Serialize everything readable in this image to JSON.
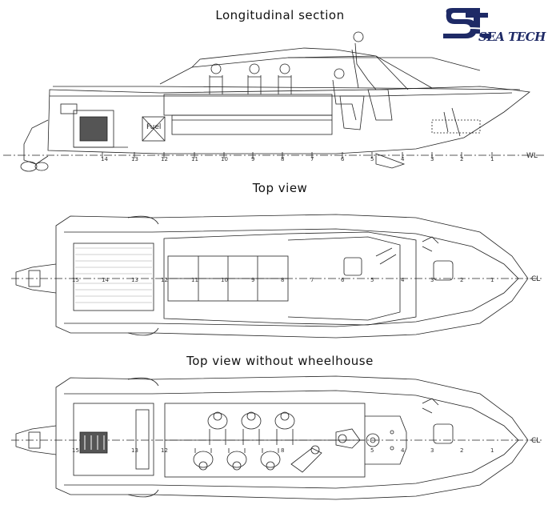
{
  "titles": {
    "longitudinal": "Longitudinal section",
    "top": "Top view",
    "top_no_wheelhouse": "Top view without wheelhouse"
  },
  "logo": {
    "mark": "St",
    "text": "SEA TECH",
    "color": "#1e2a66"
  },
  "labels": {
    "waterline": "WL",
    "centerline": "CL",
    "fuel": "Fuel"
  },
  "stations_side": [
    "14",
    "13",
    "12",
    "11",
    "10",
    "9",
    "8",
    "7",
    "6",
    "5",
    "4",
    "3",
    "2",
    "1"
  ],
  "stations_top": [
    "15",
    "14",
    "13",
    "12",
    "11",
    "10",
    "9",
    "8",
    "7",
    "6",
    "5",
    "4",
    "3",
    "2",
    "1"
  ],
  "stations_bottom": [
    "15",
    "13",
    "12",
    "8",
    "5",
    "4",
    "3",
    "2",
    "1"
  ]
}
